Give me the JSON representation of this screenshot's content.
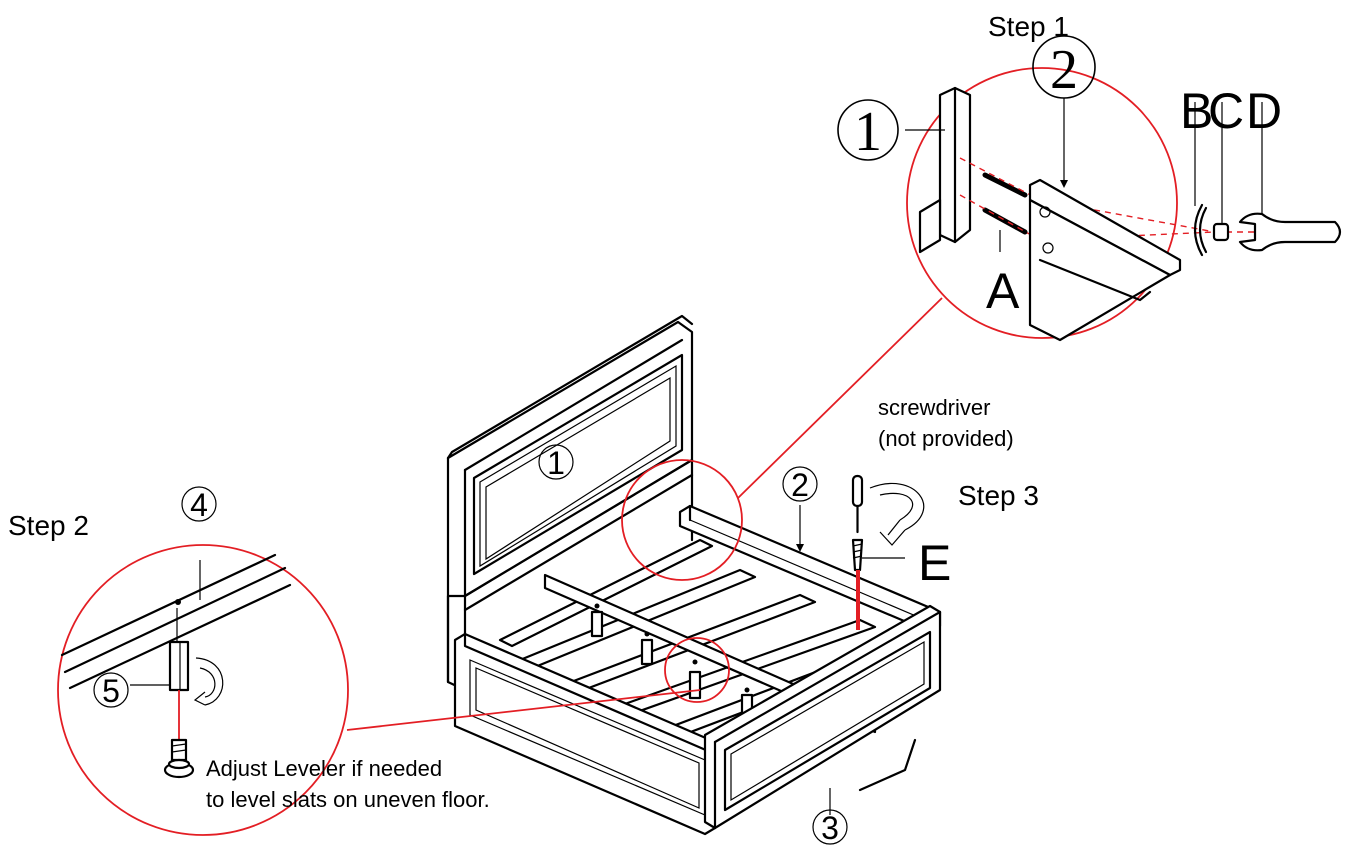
{
  "labels": {
    "step1": "Step 1",
    "step2": "Step 2",
    "step3": "Step 3",
    "screwdriver_line1": "screwdriver",
    "screwdriver_line2": "(not provided)",
    "adjust_line1": "Adjust Leveler if needed",
    "adjust_line2": "to level slats on uneven floor."
  },
  "parts": {
    "p1": "1",
    "p2": "2",
    "p3": "3",
    "p4": "4",
    "p5": "5"
  },
  "hardware": {
    "a": "A",
    "b": "B",
    "c": "C",
    "d": "D",
    "e": "E"
  },
  "colors": {
    "callout_red": "#e31e24",
    "line": "#000000",
    "background": "#ffffff"
  }
}
